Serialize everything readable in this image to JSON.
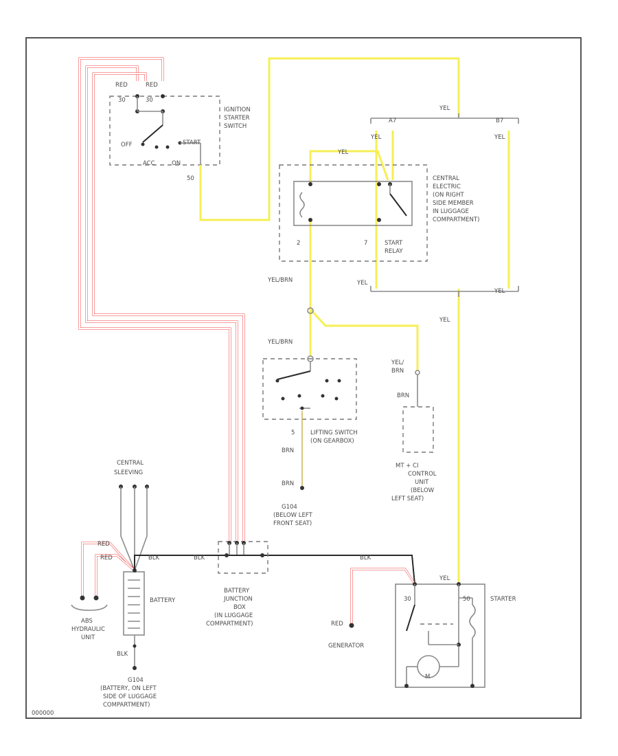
{
  "labels": {
    "red_1": "RED",
    "red_2": "RED",
    "ign_30_1": "30",
    "ign_30_2": "30",
    "ignition_switch": [
      "IGNITION",
      "STARTER",
      "SWITCH"
    ],
    "off": "OFF",
    "start": "START",
    "acc": "ACC",
    "on": "ON",
    "ign_50": "50",
    "yel_top": "YEL",
    "yel_box": "YEL",
    "yel_right": "YEL",
    "yel_left_low": "YEL",
    "yel_right_low": "YEL",
    "yel_mid": "YEL",
    "yel_starter": "YEL",
    "top_a": "A7",
    "top_b": "B7",
    "central_electric": [
      "CENTRAL",
      "ELECTRIC",
      "(ON RIGHT",
      "SIDE MEMBER",
      "IN LUGGAGE",
      "COMPARTMENT)"
    ],
    "relay_pin_2": "2",
    "relay_pin_7": "7",
    "start_relay": [
      "START",
      "RELAY"
    ],
    "yel_brn_1": "YEL/BRN",
    "yel_brn_2": "YEL/BRN",
    "yel_brn_3": [
      "YEL/",
      "BRN"
    ],
    "brn_1": "BRN",
    "brn_2": "BRN",
    "brn_3": "BRN",
    "pin_5": "5",
    "shifting_switch": [
      "LIFTING SWITCH",
      "(ON GEARBOX)"
    ],
    "ground_g104": [
      "G104",
      "(BELOW LEFT",
      "FRONT SEAT)"
    ],
    "control_unit": [
      "MT + CI",
      "CONTROL",
      "UNIT",
      "(BELOW",
      "LEFT SEAT)"
    ],
    "central_sleeve": [
      "CENTRAL",
      "SLEEVING"
    ],
    "battery": "BATTERY",
    "blk_1": "BLK",
    "blk_2": "BLK",
    "blk_3": "BLK",
    "blk_bat": "BLK",
    "red_bat_1": "RED",
    "red_bat_2": "RED",
    "abs_unit": [
      "ABS",
      "HYDRAULIC",
      "UNIT"
    ],
    "g104_battery": [
      "G104",
      "(BATTERY, ON LEFT",
      "SIDE OF LUGGAGE",
      "COMPARTMENT)"
    ],
    "battery_junction": [
      "BATTERY",
      "JUNCTION",
      "BOX",
      "(IN LUGGAGE",
      "COMPARTMENT)"
    ],
    "red_gen": "RED",
    "generator": "GENERATOR",
    "starter": "STARTER",
    "st_30": "30",
    "st_50": "50",
    "motor": "M",
    "fig_id": "000000"
  },
  "colors": {
    "red_wire": "#f23b3b",
    "yellow_wire": "#f5ef55",
    "black_wire": "#2a2a2a"
  }
}
